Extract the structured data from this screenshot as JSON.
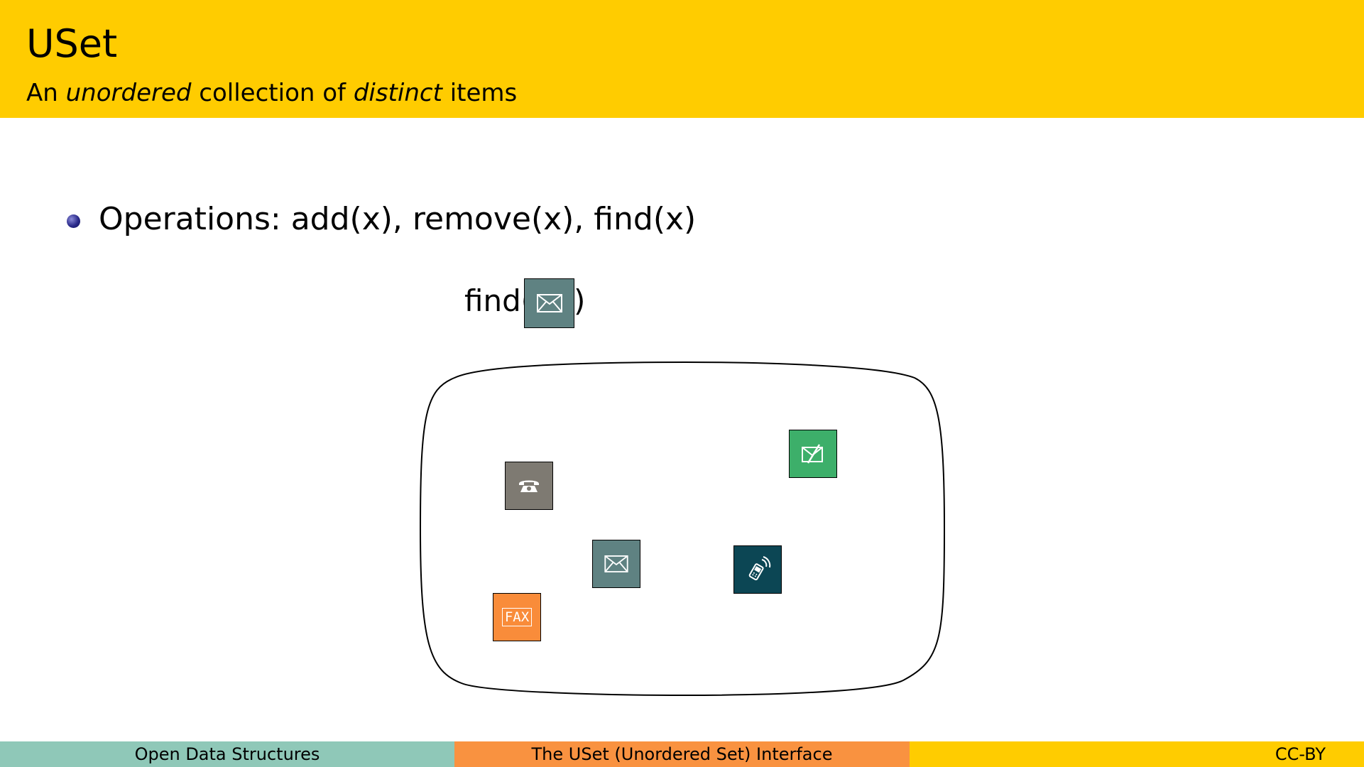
{
  "header": {
    "title": "USet",
    "subtitle_parts": [
      "An ",
      "unordered",
      " collection of ",
      "distinct",
      " items"
    ]
  },
  "bullet": {
    "text": "Operations: add(x), remove(x), find(x)"
  },
  "query": {
    "prefix": "find(",
    "suffix": ")",
    "item_icon": "envelope-icon",
    "item_color": "#5f8282"
  },
  "set_items": [
    {
      "icon": "telephone-icon",
      "color": "#7e7a72"
    },
    {
      "icon": "envelope-icon",
      "color": "#5f8282"
    },
    {
      "icon": "fax-icon",
      "color": "#f98c3a",
      "text": "FAX"
    },
    {
      "icon": "mobile-phone-icon",
      "color": "#0c4654"
    },
    {
      "icon": "no-mail-icon",
      "color": "#3daf6a"
    }
  ],
  "footer": {
    "left": "Open Data Structures",
    "center": "The USet (Unordered Set) Interface",
    "right": "CC-BY"
  },
  "colors": {
    "header_bg": "#ffcc00",
    "footer_left_bg": "#8fc8b8",
    "footer_center_bg": "#f99240",
    "footer_right_bg": "#ffcc00"
  }
}
